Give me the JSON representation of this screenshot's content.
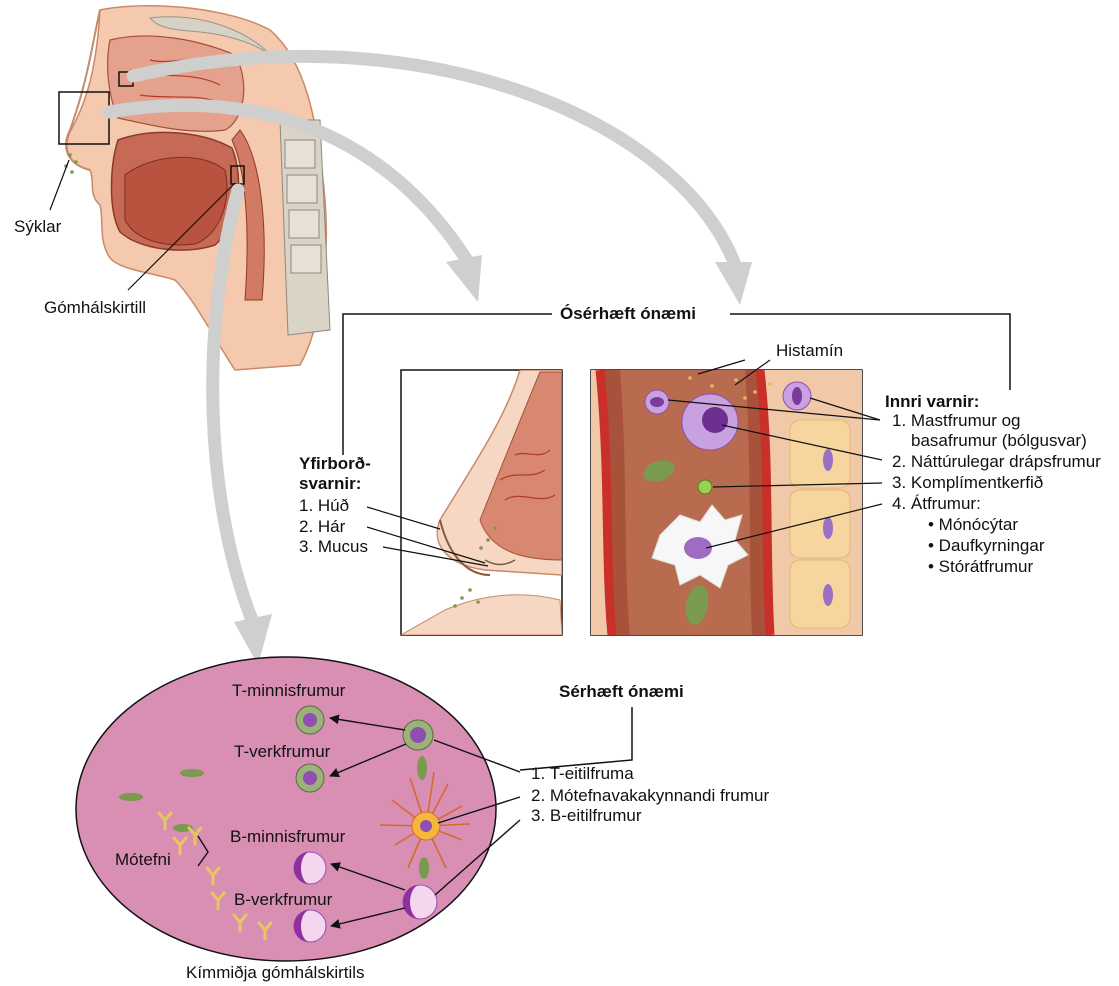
{
  "labels": {
    "pathogens": "Sýklar",
    "tonsil": "Gómhálskirtill",
    "innate_title": "Ósérhæft ónæmi",
    "histamine": "Histamín",
    "surface_title_1": "Yfirborð-",
    "surface_title_2": "svarnir:",
    "surface_items": [
      "1. Húð",
      "2. Hár",
      "3. Mucus"
    ],
    "internal_title": "Innri varnir:",
    "internal_items": [
      "1. Mastfrumur og",
      "basafrumur (bólgusvar)",
      "2. Náttúrulegar drápsfrumur",
      "3. Komplímentkerfið",
      "4. Átfrumur:"
    ],
    "phagocyte_types": [
      "• Mónócýtar",
      "• Daufkyrningar",
      "• Stórátfrumur"
    ],
    "adaptive_title": "Sérhæft ónæmi",
    "adaptive_items": [
      "1. T-eitilfruma",
      "2. Mótefnavakakynnandi frumur",
      "3. B-eitilfrumur"
    ],
    "t_memory": "T-minnisfrumur",
    "t_effector": "T-verkfrumur",
    "b_memory": "B-minnisfrumur",
    "b_effector": "B-verkfrumur",
    "antibodies": "Mótefni",
    "germinal_center": "Kímmiðja gómhálskirtils"
  },
  "colors": {
    "tissue": "#e8a58e",
    "mucosa": "#c9604d",
    "bone": "#d6d2c6",
    "skin": "#f6d7c3",
    "vessel": "#b23a2c",
    "germinal": "#d98fb4",
    "cell_purple": "#8f4fb0",
    "cell_green": "#7a9a4e",
    "antibody": "#e9c560",
    "arrow": "#c8c8c8"
  }
}
